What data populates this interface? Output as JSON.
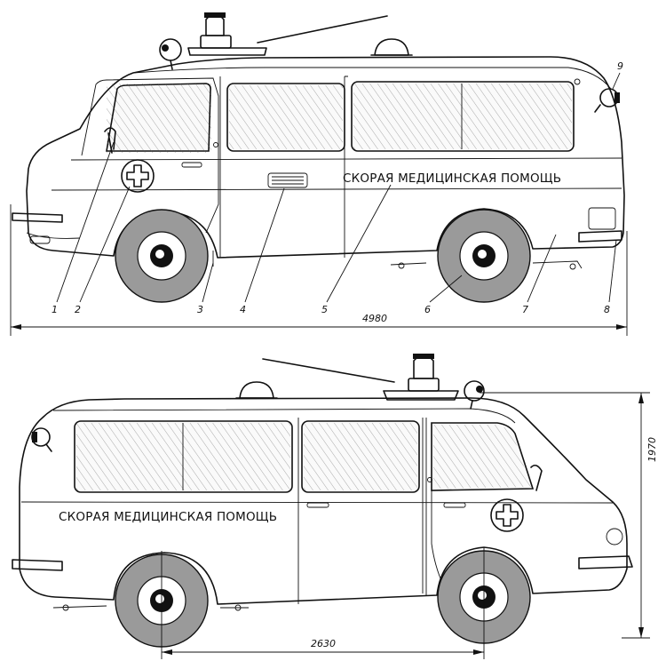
{
  "vehicle_sign": "СКОРАЯ МЕДИЦИНСКАЯ ПОМОЩЬ",
  "callouts": [
    "1",
    "2",
    "3",
    "4",
    "5",
    "6",
    "7",
    "8",
    "9"
  ],
  "dimensions": {
    "overall_length": "4980",
    "height": "1970",
    "wheelbase": "2630"
  }
}
